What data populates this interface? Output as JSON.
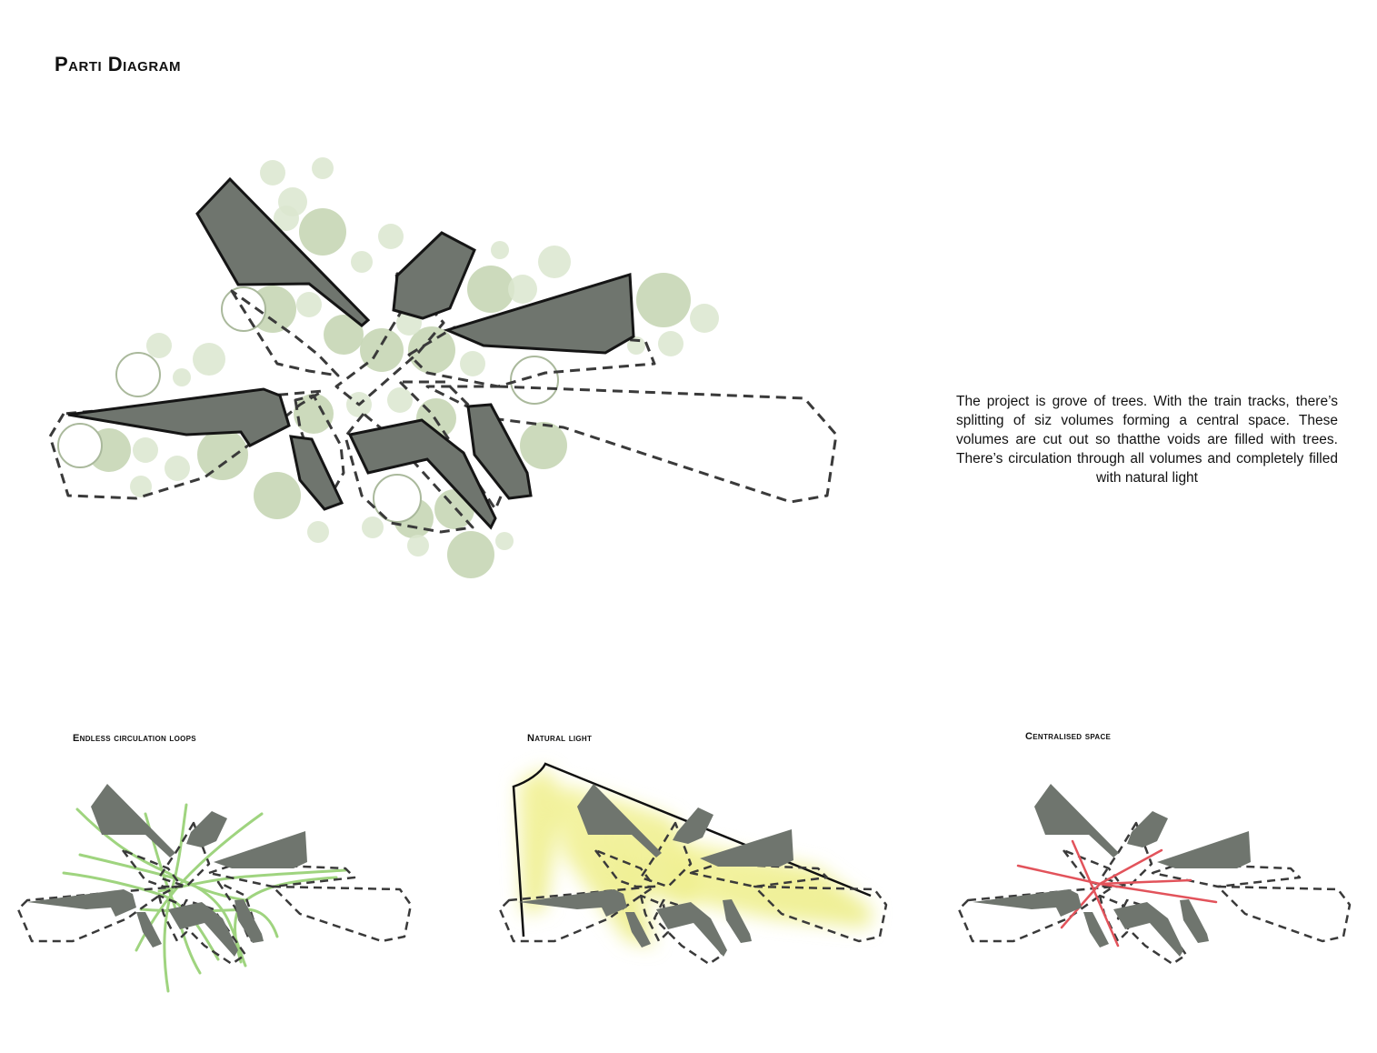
{
  "title": "Parti Diagram",
  "description": "The project is grove of trees. With the train tracks, there’s splitting of siz volumes forming a central space. These volumes are cut out so thatthe voids are filled with trees. There’s circulation through all volumes and completely filled with natural light",
  "diagrams": [
    {
      "caption": "Endless circulation loops"
    },
    {
      "caption": "Natural light"
    },
    {
      "caption": "Centralised space"
    }
  ],
  "colors": {
    "volume_fill": "#6f756e",
    "volume_stroke": "#151515",
    "tree_canopy": "#dbe6cf",
    "circulation": "#9fd47f",
    "light": "#f3f29a",
    "center_axes": "#e2535b"
  }
}
